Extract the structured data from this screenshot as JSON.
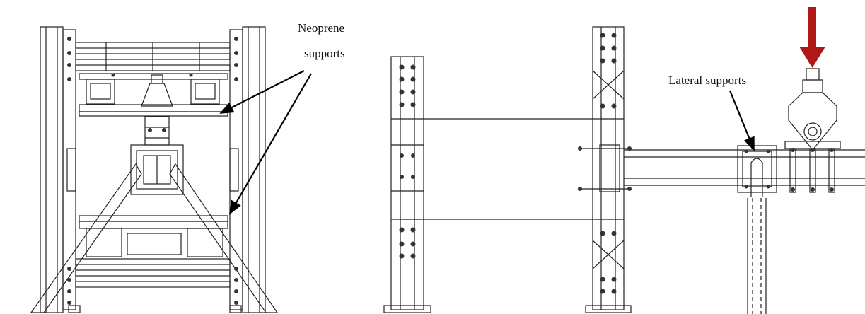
{
  "annotations": {
    "neoprene_line1": "Neoprene",
    "neoprene_line2": "supports",
    "lateral": "Lateral supports"
  },
  "colors": {
    "line": "#222222",
    "load_arrow": "#b01818",
    "annotation_arrow": "#000000"
  },
  "icons": {
    "load": "load-arrow-icon"
  }
}
